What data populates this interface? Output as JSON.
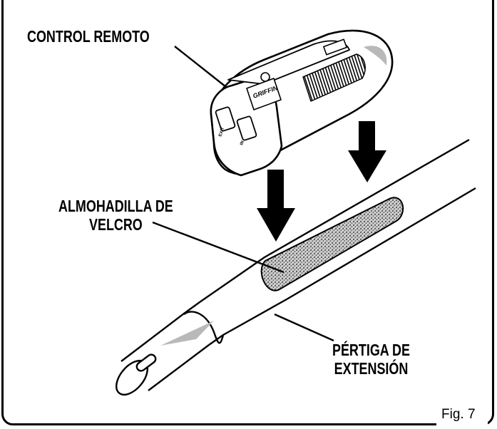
{
  "labels": {
    "remote": "CONTROL REMOTO",
    "velcro_line1": "ALMOHADILLA DE",
    "velcro_line2": "VELCRO",
    "pole_line1": "PÉRTIGA DE",
    "pole_line2": "EXTENSIÓN"
  },
  "figure_caption": "Fig. 7",
  "device": {
    "brand": "GRIFFIN",
    "button_left": "EXIT",
    "button_right": "IN"
  },
  "colors": {
    "line": "#000000",
    "background": "#ffffff",
    "highlight": "#b9b9b9",
    "velcro": "#8a8a8a"
  }
}
